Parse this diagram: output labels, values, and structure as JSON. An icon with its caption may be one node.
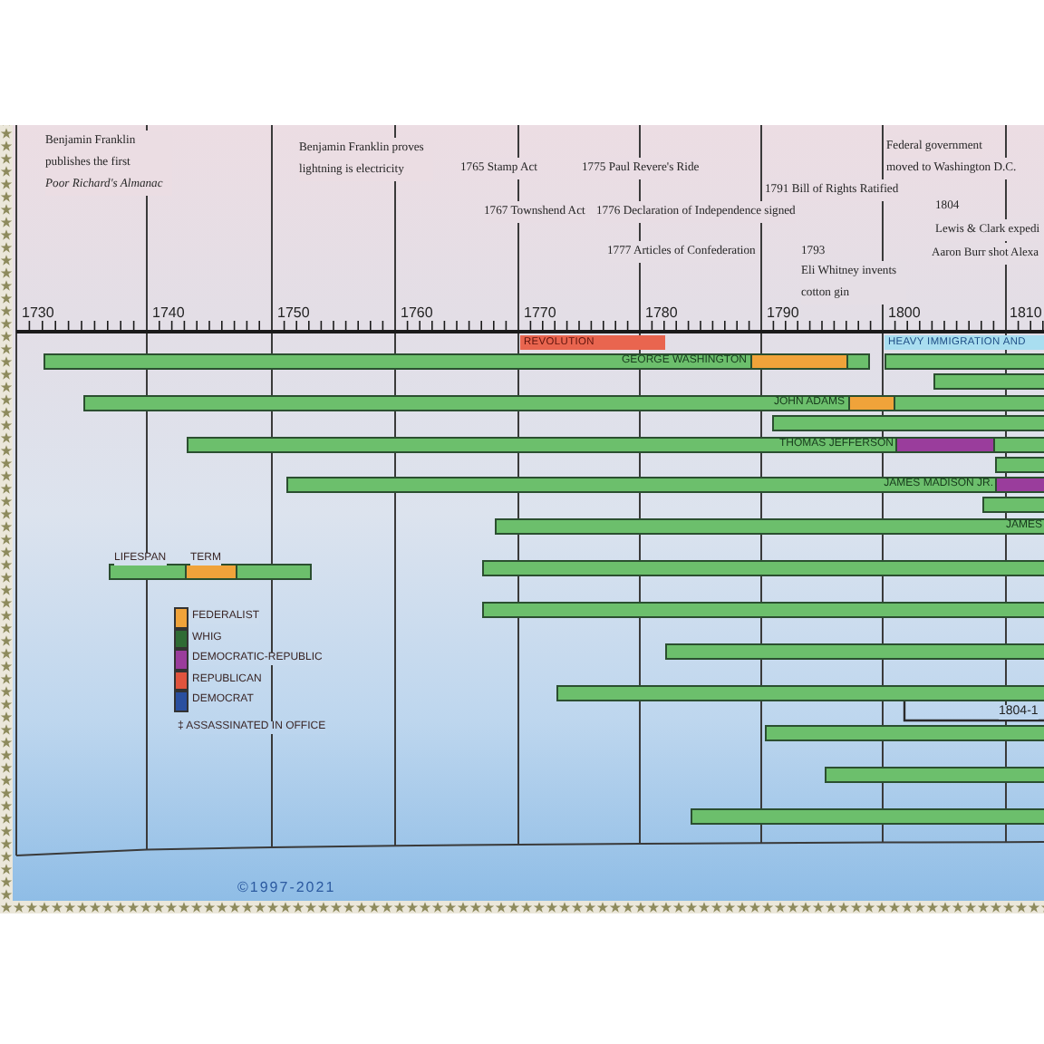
{
  "diagram": {
    "nodes": [
      {
        "text": [
          "REVOLUTION"
        ]
      },
      {
        "text": [
          "HEAVY IMMIGRATION AND"
        ]
      },
      {
        "text": [
          "GEORGE WASHINGTON"
        ]
      },
      {
        "text": [],
        "shape": "bar",
        "in": 2
      },
      {
        "text": [],
        "shape": "bar"
      },
      {
        "text": [],
        "shape": "bar"
      },
      {
        "text": [
          "JOHN ADAMS"
        ]
      },
      {
        "text": [],
        "shape": "bar",
        "in": 6
      },
      {
        "text": [],
        "shape": "bar"
      },
      {
        "text": [
          "THOMAS JEFFERSON"
        ]
      },
      {
        "text": [],
        "shape": "bar",
        "in": 9
      },
      {
        "text": [],
        "shape": "bar"
      },
      {
        "text": [
          "JAMES MADISON JR."
        ]
      },
      {
        "text": [],
        "shape": "bar",
        "in": 12
      },
      {
        "text": [],
        "shape": "bar"
      },
      {
        "text": [
          "JAMES"
        ]
      },
      {
        "text": [],
        "shape": "bar"
      },
      {
        "text": [],
        "shape": "bar"
      },
      {
        "text": [],
        "shape": "bar"
      },
      {
        "text": [],
        "shape": "bar"
      },
      {
        "text": [],
        "shape": "bar"
      },
      {
        "text": [],
        "shape": "bar"
      },
      {
        "text": [],
        "shape": "bar"
      }
    ],
    "labels": [
      "Benjamin Franklin publishes the first *Poor Richard's Almanac*",
      "Benjamin Franklin proves lightning is electricity",
      "Federal government",
      "1765 Stamp Act",
      "1775 Paul Revere's Ride",
      "moved to Washington D.C.",
      "1791 Bill of Rights Ratified",
      "1804",
      "1767 Townshend Act",
      "1776 Declaration of Independence signed",
      "Lewis & Clark expedi",
      "1777 Articles of Confederation",
      "1793",
      "Aaron Burr shot Alexa",
      "Eli Whitney invents cotton gin",
      "1730",
      "1740",
      "1750",
      "1760",
      "1770",
      "1780",
      "1790",
      "1800",
      "1810",
      "1804-1",
      "©1997-2021"
    ],
    "legend": [
      {
        "text": "LIFESPAN"
      },
      {
        "text": "TERM"
      },
      {
        "text": "FEDERALIST",
        "color": "#f0a33a"
      },
      {
        "text": "WHIG",
        "color": "#2f6b34"
      },
      {
        "text": "DEMOCRATIC-REPUBLIC",
        "color": "#9a3d9c"
      },
      {
        "text": "REPUBLICAN",
        "color": "#e0543e"
      },
      {
        "text": "DEMOCRAT",
        "color": "#2a4f9f"
      },
      {
        "text": "‡ ASSASSINATED IN OFFICE"
      }
    ]
  }
}
